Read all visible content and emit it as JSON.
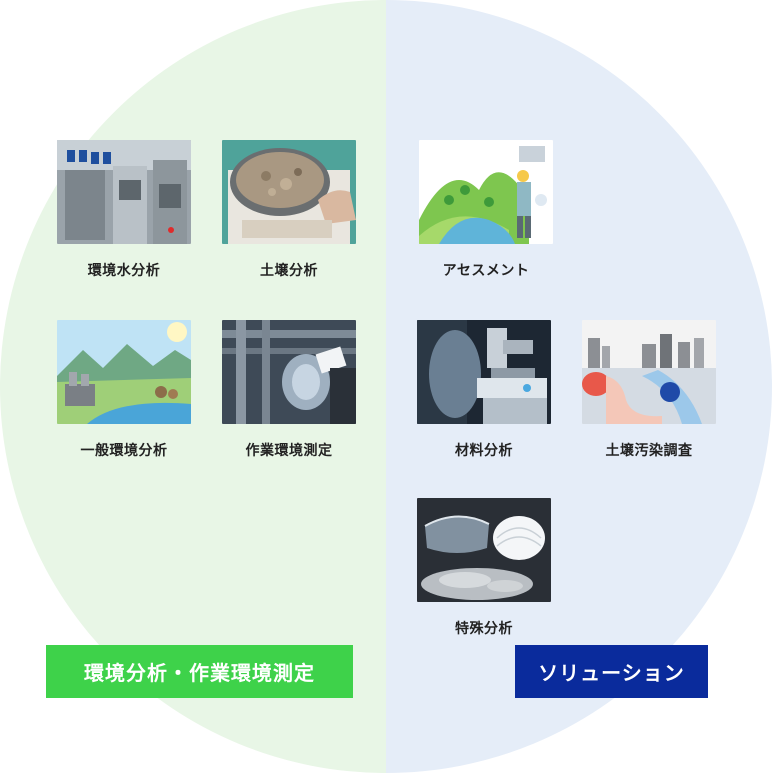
{
  "colors": {
    "left_bg": "#e8f6e6",
    "right_bg": "#e5edf8",
    "left_banner": "#3ed24a",
    "right_banner": "#0a2b9c"
  },
  "left_section": {
    "banner_label": "環境分析・作業環境測定",
    "items": [
      {
        "label": "環境水分析",
        "icon": "water-analysis-lab-image"
      },
      {
        "label": "土壌分析",
        "icon": "soil-sample-image"
      },
      {
        "label": "一般環境分析",
        "icon": "environment-landscape-image"
      },
      {
        "label": "作業環境測定",
        "icon": "factory-measurement-image"
      }
    ]
  },
  "right_section": {
    "banner_label": "ソリューション",
    "items": [
      {
        "label": "アセスメント",
        "icon": "assessment-illustration-image"
      },
      {
        "label": "材料分析",
        "icon": "microscope-image"
      },
      {
        "label": "土壌汚染調査",
        "icon": "soil-contamination-diagram-image"
      },
      {
        "label": "特殊分析",
        "icon": "goggles-mask-asbestos-image"
      }
    ]
  }
}
